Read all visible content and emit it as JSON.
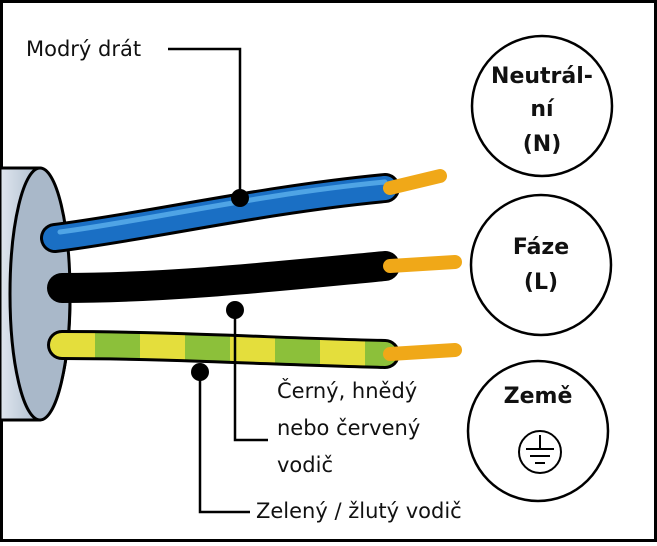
{
  "labels": {
    "blue": "Modrý drát",
    "black_line1": "Černý, hnědý",
    "black_line2": "nebo červený",
    "black_line3": "vodič",
    "green": "Zelený / žlutý vodič"
  },
  "terminals": {
    "neutral": {
      "line1": "Neutrál-",
      "line2": "ní",
      "line3": "(N)"
    },
    "phase": {
      "line1": "Fáze",
      "line2": "(L)"
    },
    "earth": {
      "line1": "Země",
      "icon": "earth-ground-icon"
    }
  },
  "colors": {
    "blue_wire": "#1a6fc4",
    "black_wire": "#111111",
    "green_wire": "#7cb82f",
    "yellow_stripe": "#e8e23a",
    "copper": "#f0a818",
    "cable": "#b9c8d8",
    "border": "#000000"
  }
}
